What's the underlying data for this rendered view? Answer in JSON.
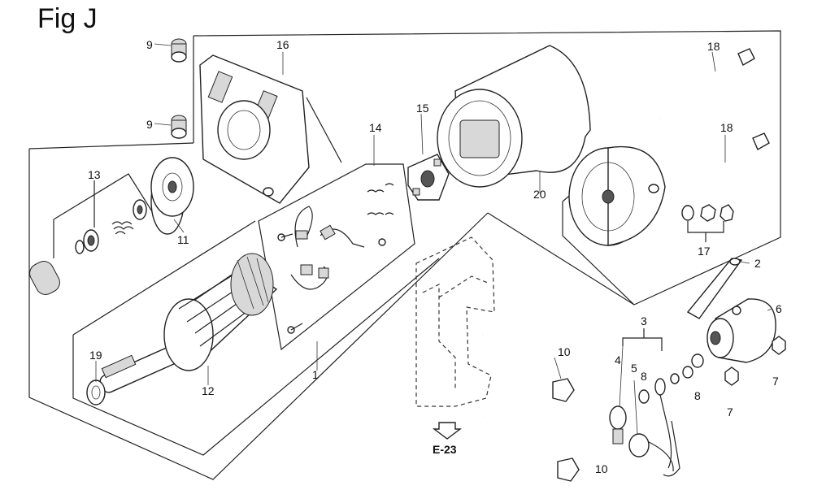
{
  "figure_title": "Fig J",
  "reference": "E-23",
  "parts": [
    {
      "ref": "1"
    },
    {
      "ref": "2"
    },
    {
      "ref": "3"
    },
    {
      "ref": "4"
    },
    {
      "ref": "5"
    },
    {
      "ref": "6"
    },
    {
      "ref": "7"
    },
    {
      "ref": "7"
    },
    {
      "ref": "8"
    },
    {
      "ref": "8"
    },
    {
      "ref": "9"
    },
    {
      "ref": "9"
    },
    {
      "ref": "10"
    },
    {
      "ref": "10"
    },
    {
      "ref": "11"
    },
    {
      "ref": "12"
    },
    {
      "ref": "13"
    },
    {
      "ref": "14"
    },
    {
      "ref": "15"
    },
    {
      "ref": "16"
    },
    {
      "ref": "17"
    },
    {
      "ref": "18"
    },
    {
      "ref": "18"
    },
    {
      "ref": "19"
    },
    {
      "ref": "20"
    }
  ]
}
